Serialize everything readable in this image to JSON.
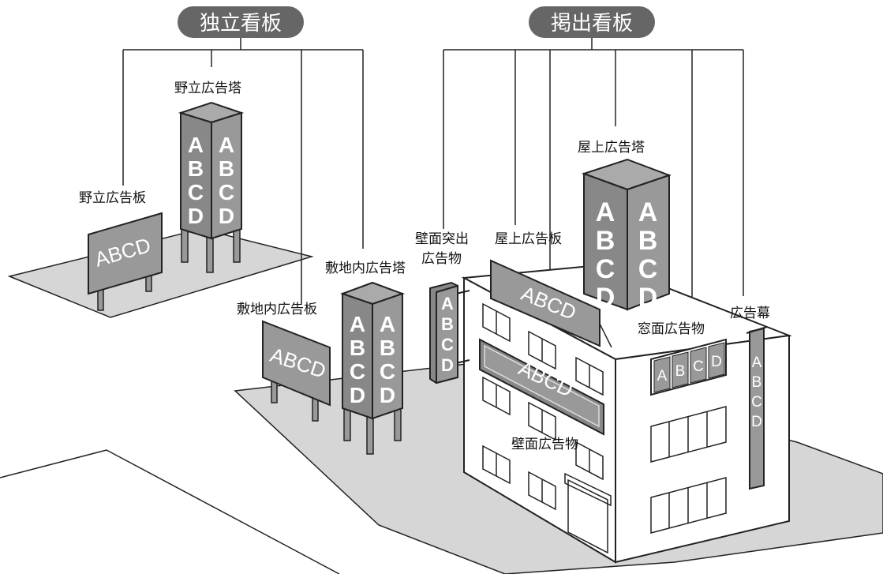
{
  "headers": {
    "standalone": "独立看板",
    "mounted": "掲出看板"
  },
  "labels": {
    "field_tower": "野立広告塔",
    "field_board": "野立広告板",
    "premises_tower": "敷地内広告塔",
    "premises_board": "敷地内広告板",
    "wall_projecting_1": "壁面突出",
    "wall_projecting_2": "広告物",
    "rooftop_board": "屋上広告板",
    "rooftop_tower": "屋上広告塔",
    "window": "窓面広告物",
    "banner": "広告幕",
    "wall": "壁面広告物"
  },
  "sign_text": {
    "horizontal": "ABCD",
    "letters": [
      "A",
      "B",
      "C",
      "D"
    ]
  },
  "colors": {
    "pill": "#666666",
    "ground": "#d6d6d6",
    "sign_fill": "#999999",
    "sign_dark": "#777777",
    "outline": "#222222"
  }
}
